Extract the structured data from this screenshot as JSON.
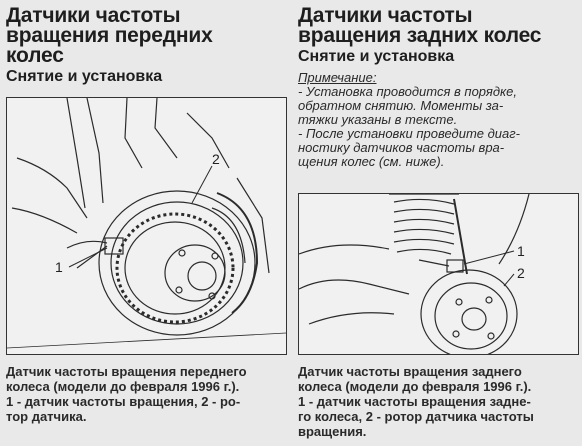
{
  "left": {
    "title_lines": [
      "Датчики частоты",
      "вращения передних",
      "колес"
    ],
    "subtitle": "Снятие и установка",
    "callouts": [
      "1",
      "2"
    ],
    "caption_lines": [
      "Датчик частоты вращения переднего",
      "колеса (модели до февраля 1996 г.).",
      "1 - датчик частоты вращения, 2 - ро-",
      "тор датчика."
    ]
  },
  "right": {
    "title_lines": [
      "Датчики частоты",
      "вращения задних колес"
    ],
    "subtitle": "Снятие и установка",
    "note": {
      "label": "Примечание:",
      "lines": [
        "- Установка проводится в порядке,",
        "обратном снятию. Моменты за-",
        "тяжки указаны в тексте.",
        "- После установки проведите диаг-",
        "ностику датчиков частоты вра-",
        "щения колес (см. ниже)."
      ]
    },
    "callouts": [
      "1",
      "2"
    ],
    "caption_lines": [
      "Датчик частоты вращения заднего",
      "колеса (модели до февраля 1996 г.).",
      "1 - датчик частоты вращения задне-",
      "го колеса, 2 - ротор датчика частоты",
      "вращения."
    ]
  }
}
